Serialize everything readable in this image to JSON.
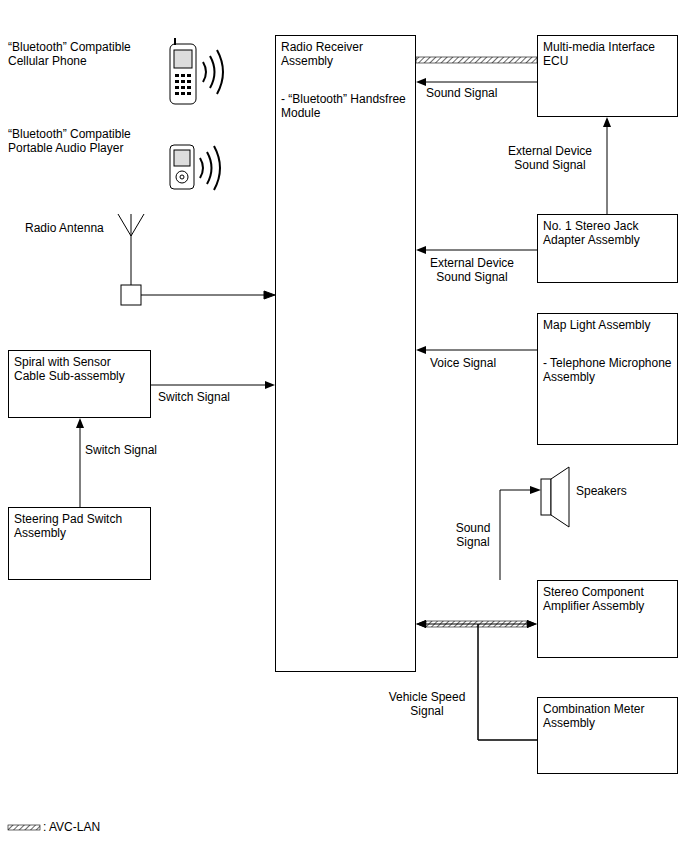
{
  "diagram": {
    "nodes": [
      {
        "text": [
          "Radio Receiver Assembly",
          "- “Bluetooth” Handsfree Module"
        ]
      },
      {
        "text": [
          "Multi-media Interface ECU"
        ]
      },
      {
        "text": [
          "No. 1 Stereo Jack Adapter Assembly"
        ]
      },
      {
        "text": [
          "Map Light Assembly",
          "- Telephone Microphone Assembly"
        ]
      },
      {
        "text": [
          "Spiral with Sensor Cable Sub-assembly"
        ]
      },
      {
        "text": [
          "Steering Pad Switch Assembly"
        ]
      },
      {
        "text": [
          "Stereo Component Amplifier Assembly"
        ]
      },
      {
        "text": [
          "Combination Meter Assembly"
        ]
      }
    ],
    "edges": [
      {
        "from": 1,
        "to": 0,
        "arrow": "none"
      },
      {
        "from": 1,
        "to": 0,
        "label": "Sound Signal",
        "arrow": "to"
      },
      {
        "from": 2,
        "to": 1,
        "label": "External Device Sound Signal",
        "arrow": "to"
      },
      {
        "from": 2,
        "to": 0,
        "label": "External Device Sound Signal",
        "arrow": "to"
      },
      {
        "from": 3,
        "to": 0,
        "label": "Voice Signal",
        "arrow": "to"
      },
      {
        "from": 5,
        "to": 4,
        "label": "Switch Signal",
        "arrow": "to"
      },
      {
        "from": 4,
        "to": 0,
        "label": "Switch Signal",
        "arrow": "to"
      },
      {
        "from": 0,
        "to": 6,
        "arrow": "both"
      },
      {
        "from": 7,
        "to": 0,
        "label": "Vehicle Speed Signal",
        "arrow": "to"
      },
      {
        "from": 7,
        "to": 6,
        "arrow": "to"
      }
    ],
    "labels": [
      "“Bluetooth” Compatible Cellular Phone",
      "“Bluetooth” Compatible Portable Audio Player",
      "Radio Antenna",
      "Speakers",
      "Sound Signal"
    ],
    "legend": [
      {
        "text": ": AVC-LAN"
      }
    ]
  }
}
